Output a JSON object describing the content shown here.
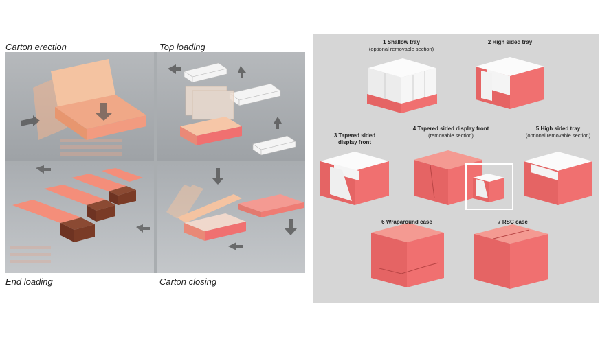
{
  "left_figure": {
    "labels": {
      "carton_erection": "Carton erection",
      "top_loading": "Top loading",
      "end_loading": "End loading",
      "carton_closing": "Carton closing"
    }
  },
  "right_figure": {
    "items": [
      {
        "title": "1 Shallow tray",
        "subtitle": "(optional removable section)"
      },
      {
        "title": "2 High sided tray",
        "subtitle": ""
      },
      {
        "title": "3 Tapered sided\ndisplay front",
        "subtitle": ""
      },
      {
        "title": "4 Tapered sided display front",
        "subtitle": "(removable section)"
      },
      {
        "title": "5 High sided tray",
        "subtitle": "(optional removable section)"
      },
      {
        "title": "6 Wraparound case",
        "subtitle": ""
      },
      {
        "title": "7 RSC case",
        "subtitle": ""
      }
    ]
  },
  "colors": {
    "carton_pink": "#f06a6a",
    "carton_pink_dark": "#d84f52",
    "carton_pink_light": "#f49a92",
    "carton_tan": "#f2b48f",
    "product_white": "#f4f4f4",
    "chocolate": "#7a3b26"
  }
}
